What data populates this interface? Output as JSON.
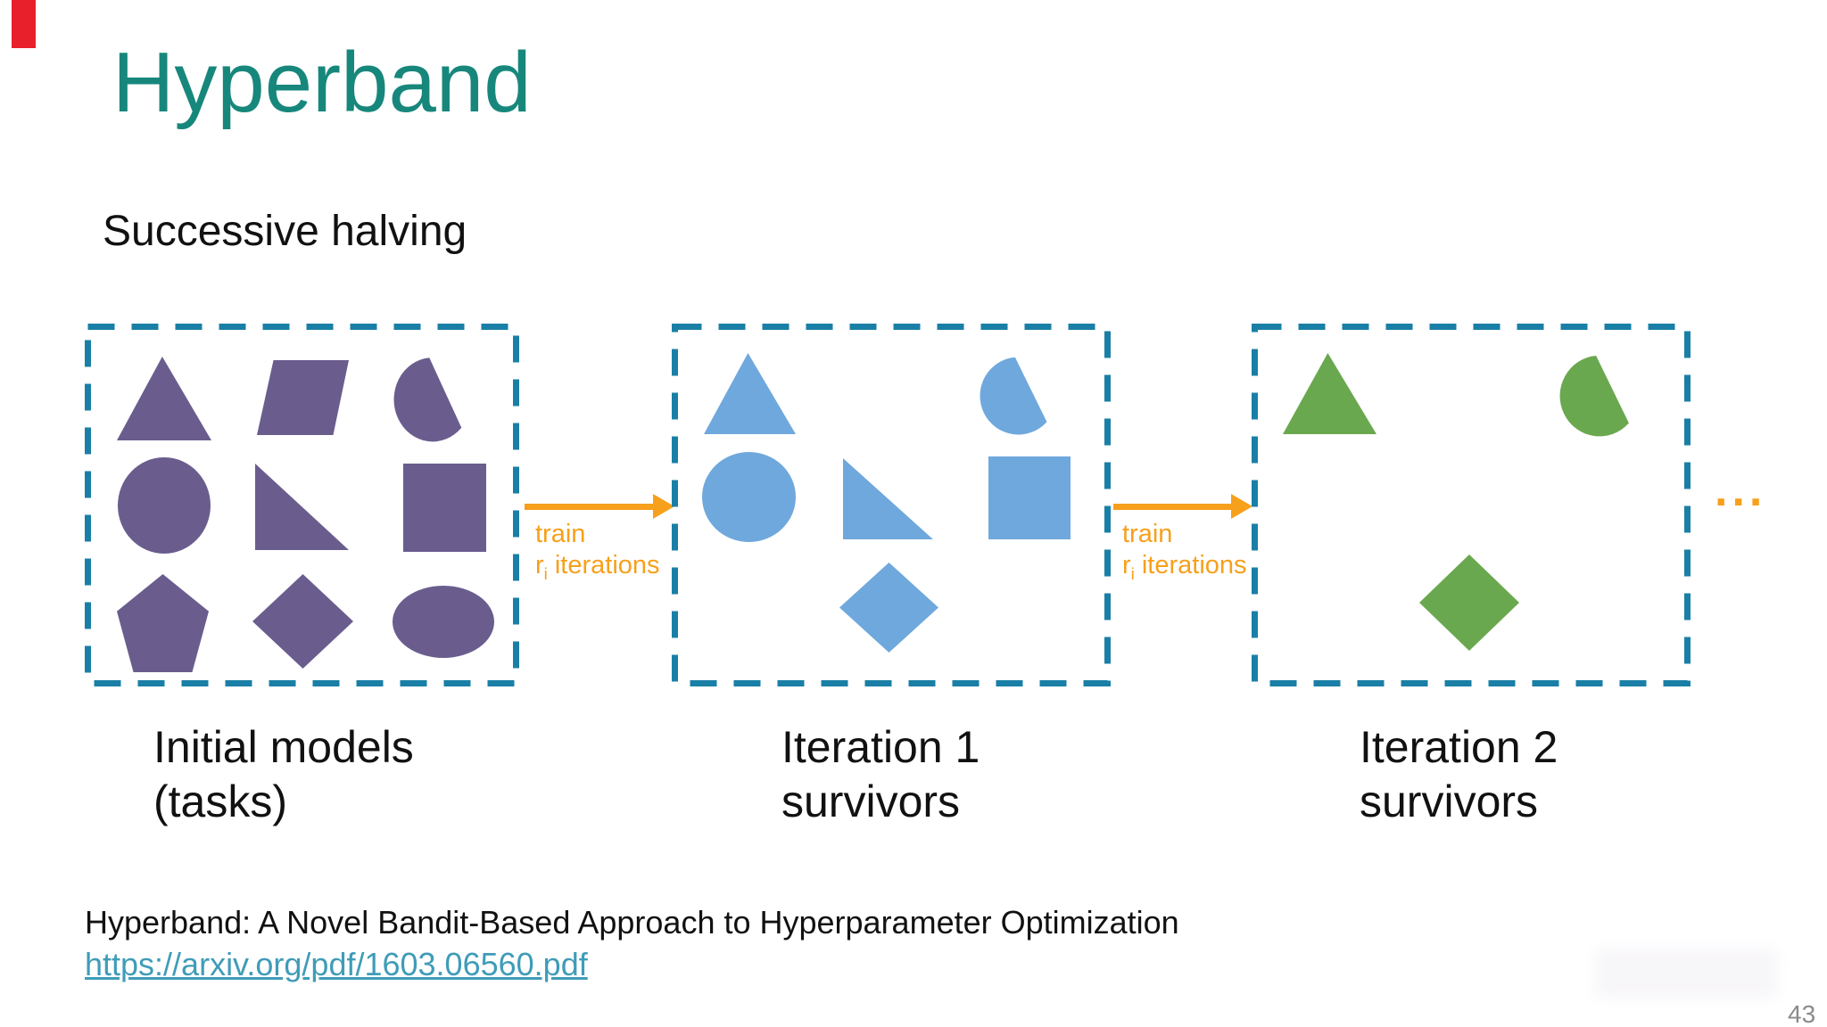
{
  "slide": {
    "title": "Hyperband",
    "subtitle": "Successive halving",
    "page_number": "43"
  },
  "stages": [
    {
      "label_line1": "Initial models",
      "label_line2": "(tasks)",
      "shape_color": "#6a5d8e",
      "shapes": [
        "triangle",
        "parallelogram",
        "cut-circle",
        "circle",
        "right-triangle",
        "square",
        "pentagon",
        "diamond",
        "ellipse"
      ]
    },
    {
      "label_line1": "Iteration 1",
      "label_line2": "survivors",
      "shape_color": "#6fa8dc",
      "shapes": [
        "triangle",
        "cut-circle",
        "circle",
        "right-triangle",
        "square",
        "diamond"
      ]
    },
    {
      "label_line1": "Iteration 2",
      "label_line2": "survivors",
      "shape_color": "#6aa84f",
      "shapes": [
        "triangle",
        "cut-circle",
        "diamond"
      ]
    }
  ],
  "arrows": [
    {
      "line1": "train",
      "var": "r",
      "var_sub": "i",
      "rest": "iterations"
    },
    {
      "line1": "train",
      "var": "r",
      "var_sub": "i",
      "rest": "iterations"
    }
  ],
  "ellipsis": "...",
  "citation": {
    "title": "Hyperband: A Novel Bandit-Based Approach to Hyperparameter Optimization",
    "link": "https://arxiv.org/pdf/1603.06560.pdf"
  },
  "colors": {
    "title_teal": "#17877c",
    "box_border_teal": "#1a7fa6",
    "arrow_orange": "#f7a01b",
    "purple": "#6a5d8e",
    "blue": "#6fa8dc",
    "green": "#6aa84f",
    "link_teal": "#3f9cb8",
    "page_number_gray": "#8a8a8a",
    "red_marker": "#e8202c"
  }
}
